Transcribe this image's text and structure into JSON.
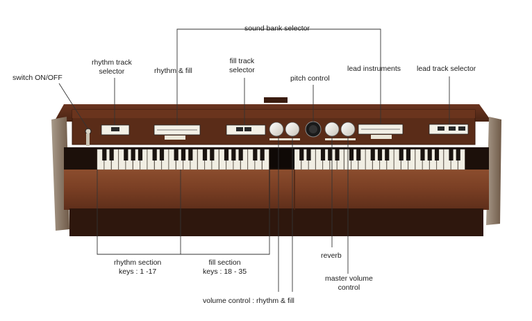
{
  "labels": {
    "sound_bank_selector": "sound bank selector",
    "rhythm_track_selector": [
      "rhythm track",
      "selector"
    ],
    "rhythm_and_fill": "rhythm & fill",
    "fill_track_selector": [
      "fill track",
      "selector"
    ],
    "pitch_control": "pitch control",
    "lead_instruments": "lead instruments",
    "lead_track_selector": "lead track selector",
    "switch_on_off": "switch ON/OFF",
    "rhythm_section": [
      "rhythm section",
      "keys : 1 -17"
    ],
    "fill_section": [
      "fill section",
      "keys : 18 - 35"
    ],
    "reverb": "reverb",
    "master_volume_control": [
      "master volume",
      "control"
    ],
    "volume_control_rhythm_fill": "volume control : rhythm & fill"
  },
  "colors": {
    "wood_dark": "#4a2414",
    "wood_mid": "#7a3f24",
    "wood_light": "#8e4f2f",
    "panel": "#5a2c18",
    "key_white": "#f1eee3",
    "key_black": "#1a1410",
    "leader_line": "#333333"
  }
}
